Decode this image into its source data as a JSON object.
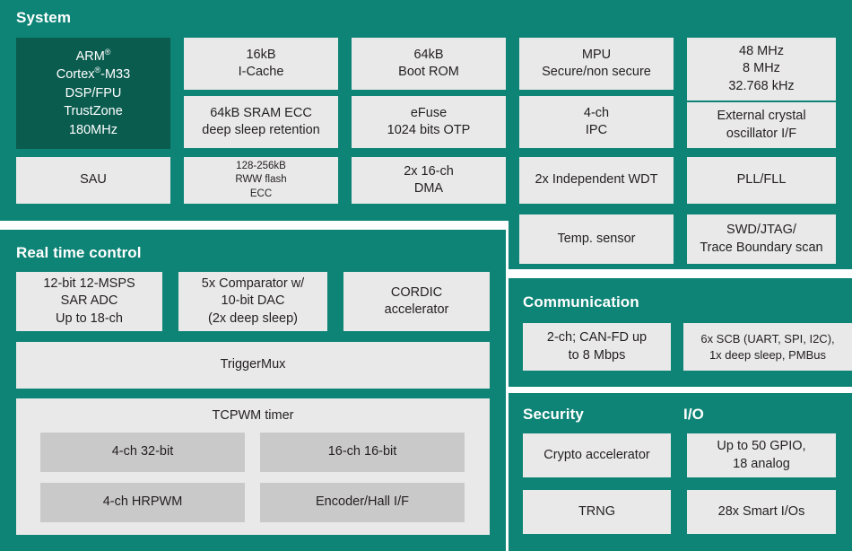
{
  "colors": {
    "panel_teal": "#0e8476",
    "cpu_dark_teal": "#0a5c4f",
    "block_grey": "#e9e9e9",
    "nested_grey": "#c9c9c9",
    "text_dark": "#231f20",
    "text_light": "#ffffff",
    "page_background": "#ffffff"
  },
  "panels": {
    "system": {
      "title": "System",
      "cpu": {
        "lines": [
          "ARM®",
          "Cortex®-M33",
          "DSP/FPU",
          "TrustZone",
          "180MHz"
        ]
      },
      "blocks": [
        {
          "name": "i-cache",
          "lines": [
            "16kB",
            "I-Cache"
          ]
        },
        {
          "name": "boot-rom",
          "lines": [
            "64kB",
            "Boot ROM"
          ]
        },
        {
          "name": "mpu",
          "lines": [
            "MPU",
            "Secure/non secure"
          ]
        },
        {
          "name": "clocks",
          "lines": [
            "48 MHz",
            "8 MHz",
            "32.768 kHz"
          ]
        },
        {
          "name": "sram-ecc",
          "lines": [
            "64kB SRAM ECC",
            "deep sleep retention"
          ]
        },
        {
          "name": "efuse",
          "lines": [
            "eFuse",
            "1024 bits OTP"
          ]
        },
        {
          "name": "ipc",
          "lines": [
            "4-ch",
            "IPC"
          ]
        },
        {
          "name": "crystal-osc",
          "lines": [
            "External crystal",
            "oscillator I/F"
          ]
        },
        {
          "name": "sau",
          "lines": [
            "SAU"
          ]
        },
        {
          "name": "rww-flash",
          "lines": [
            "128-256kB",
            "RWW flash",
            "ECC"
          ]
        },
        {
          "name": "dma",
          "lines": [
            "2x 16-ch",
            "DMA"
          ]
        },
        {
          "name": "wdt",
          "lines": [
            "2x Independent WDT"
          ]
        },
        {
          "name": "pll-fll",
          "lines": [
            "PLL/FLL"
          ]
        },
        {
          "name": "temp-sensor",
          "lines": [
            "Temp. sensor"
          ]
        },
        {
          "name": "swd-jtag",
          "lines": [
            "SWD/JTAG/",
            "Trace Boundary scan"
          ]
        }
      ]
    },
    "real_time_control": {
      "title": "Real time control",
      "blocks": [
        {
          "name": "sar-adc",
          "lines": [
            "12-bit 12-MSPS",
            "SAR ADC",
            "Up to 18-ch"
          ]
        },
        {
          "name": "comparator-dac",
          "lines": [
            "5x Comparator w/",
            "10-bit DAC",
            "(2x deep sleep)"
          ]
        },
        {
          "name": "cordic",
          "lines": [
            "CORDIC",
            "accelerator"
          ]
        },
        {
          "name": "triggermux",
          "lines": [
            "TriggerMux"
          ]
        }
      ],
      "tcpwm": {
        "title": "TCPWM timer",
        "blocks": [
          {
            "name": "tcpwm-4ch-32bit",
            "lines": [
              "4-ch 32-bit"
            ]
          },
          {
            "name": "tcpwm-16ch-16bit",
            "lines": [
              "16-ch 16-bit"
            ]
          },
          {
            "name": "tcpwm-4ch-hrpwm",
            "lines": [
              "4-ch HRPWM"
            ]
          },
          {
            "name": "tcpwm-encoder-hall",
            "lines": [
              "Encoder/Hall I/F"
            ]
          }
        ]
      }
    },
    "communication": {
      "title": "Communication",
      "blocks": [
        {
          "name": "can-fd",
          "lines": [
            "2-ch; CAN-FD up",
            "to 8 Mbps"
          ]
        },
        {
          "name": "scb",
          "lines": [
            "6x SCB (UART, SPI, I2C),",
            "1x deep sleep, PMBus"
          ]
        }
      ]
    },
    "security": {
      "title": "Security",
      "blocks": [
        {
          "name": "crypto-accelerator",
          "lines": [
            "Crypto accelerator"
          ]
        },
        {
          "name": "trng",
          "lines": [
            "TRNG"
          ]
        }
      ]
    },
    "io": {
      "title": "I/O",
      "blocks": [
        {
          "name": "gpio",
          "lines": [
            "Up to 50 GPIO,",
            "18 analog"
          ]
        },
        {
          "name": "smart-io",
          "lines": [
            "28x Smart I/Os"
          ]
        }
      ]
    }
  }
}
